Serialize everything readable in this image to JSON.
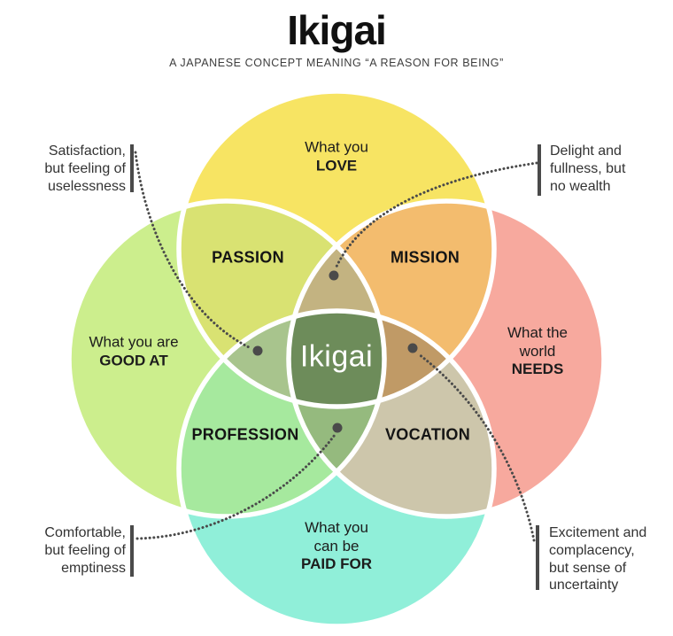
{
  "header": {
    "title": "Ikigai",
    "subtitle": "A JAPANESE CONCEPT MEANING “A REASON FOR BEING”"
  },
  "circles": {
    "love": {
      "line1": "What you",
      "line2": "LOVE",
      "color": "#f7e463"
    },
    "good_at": {
      "line1": "What you are",
      "line2": "GOOD AT",
      "color": "#ccee8d"
    },
    "needs": {
      "line1": "What the",
      "line2": "world",
      "line3": "NEEDS",
      "color": "#f7a99e"
    },
    "paid_for": {
      "line1": "What you",
      "line2": "can be",
      "line3": "PAID FOR",
      "color": "#90efd9"
    }
  },
  "overlaps": {
    "passion": {
      "label": "PASSION",
      "color": "#d9e272"
    },
    "mission": {
      "label": "MISSION",
      "color": "#f3bc6e"
    },
    "profession": {
      "label": "PROFESSION",
      "color": "#a6e99e"
    },
    "vocation": {
      "label": "VOCATION",
      "color": "#cdc6ab"
    }
  },
  "lenses": {
    "top": {
      "color": "#c3b381"
    },
    "left": {
      "color": "#a8c48d"
    },
    "right": {
      "color": "#c09a66"
    },
    "bottom": {
      "color": "#95ba7e"
    }
  },
  "center": {
    "label": "Ikigai",
    "color": "#6d8c5a"
  },
  "annotations": {
    "top_left": {
      "line1": "Satisfaction,",
      "line2": "but feeling of",
      "line3": "uselessness"
    },
    "top_right": {
      "line1": "Delight and",
      "line2": "fullness, but",
      "line3": "no wealth"
    },
    "bottom_left": {
      "line1": "Comfortable,",
      "line2": "but feeling of",
      "line3": "emptiness"
    },
    "bottom_right": {
      "line1": "Excitement and",
      "line2": "complacency,",
      "line3": "but sense of",
      "line4": "uncertainty"
    }
  },
  "connector_color": "#4a4a4a"
}
